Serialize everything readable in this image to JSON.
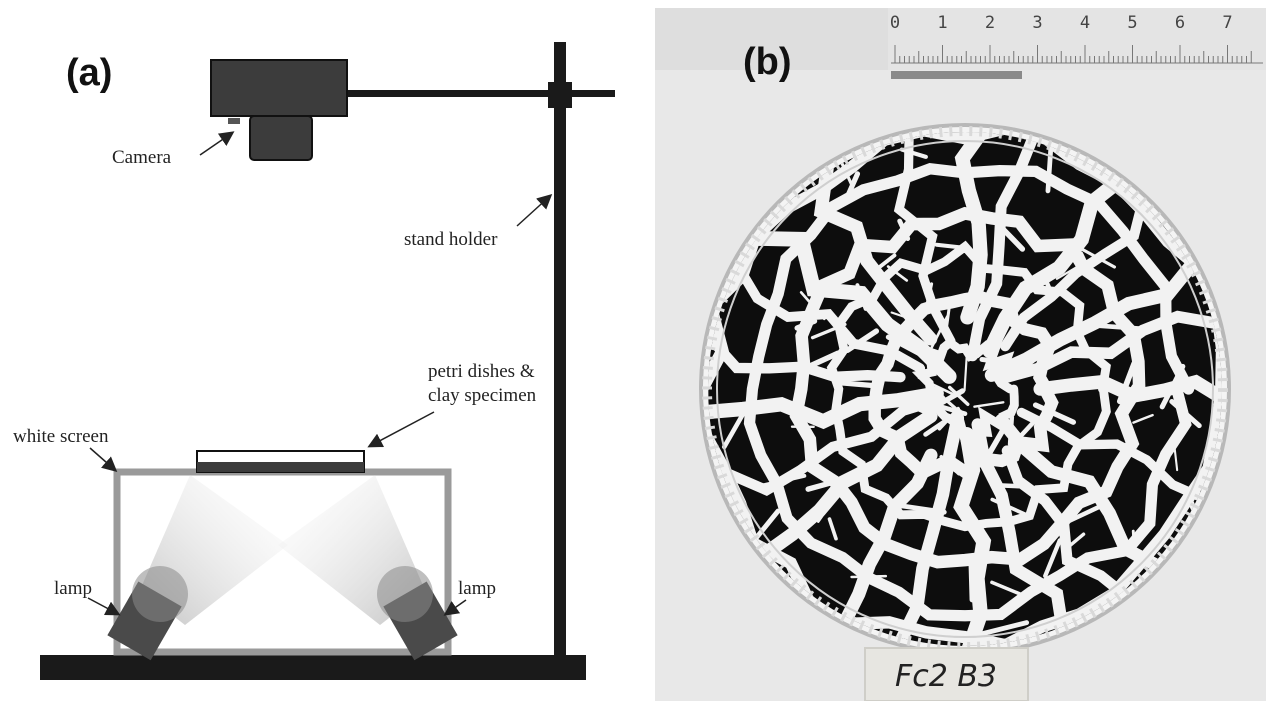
{
  "panel_a": {
    "label": "(a)",
    "callouts": {
      "camera": "Camera",
      "stand_holder": "stand holder",
      "specimen_line1": "petri dishes &",
      "specimen_line2": "clay specimen",
      "white_screen": "white screen",
      "lamp_left": "lamp",
      "lamp_right": "lamp"
    }
  },
  "panel_b": {
    "label": "(b)",
    "ruler_numbers": [
      "0",
      "1",
      "2",
      "3",
      "4",
      "5",
      "6",
      "7"
    ],
    "specimen_tag": "Fc2 B3"
  },
  "colors": {
    "structure_dark": "#1a1a1a",
    "camera_body": "#3c3c3c",
    "screen_frame": "#9a9a9a",
    "lamp": "#4a4a4a",
    "photo_background": "#e8e8e8",
    "clay": "#0d0d0d",
    "crack": "#f2f2f2",
    "tag": "#e7e6e1"
  }
}
